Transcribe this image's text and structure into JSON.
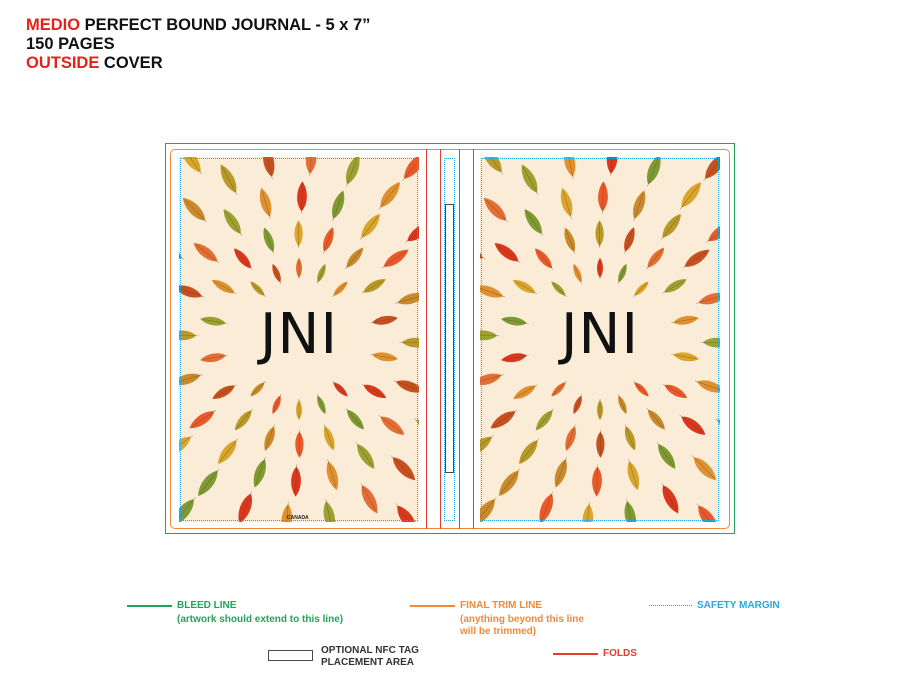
{
  "header": {
    "line1_highlight": "MEDIO",
    "line1_rest": " PERFECT BOUND JOURNAL - 5 x 7”",
    "line2": "150 PAGES",
    "line3_highlight": "OUTSIDE",
    "line3_rest": " COVER"
  },
  "covers": {
    "back_logo": "JNI",
    "front_logo": "JNI",
    "back_small_text": "CANADA"
  },
  "legend": {
    "bleed_title": "BLEED LINE",
    "bleed_note": "(artwork should extend to this line)",
    "trim_title": "FINAL TRIM LINE",
    "trim_note_1": "(anything beyond this line",
    "trim_note_2": "will be trimmed)",
    "safety_title": "SAFETY MARGIN",
    "nfc_title_1": "OPTIONAL NFC TAG",
    "nfc_title_2": "PLACEMENT AREA",
    "folds_title": "FOLDS"
  },
  "colors": {
    "accent_red": "#e32219",
    "bleed_green": "#22a559",
    "trim_orange": "#f2893a",
    "safety_blue": "#2aa8dc",
    "fold_red": "#e53b30",
    "cover_background": "#fbecd7"
  }
}
